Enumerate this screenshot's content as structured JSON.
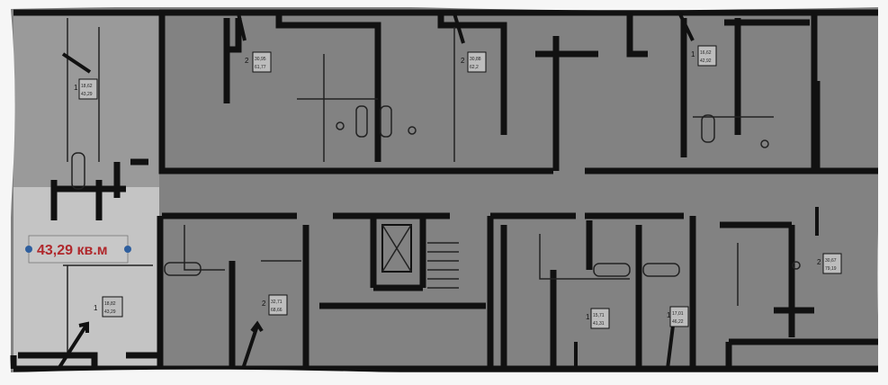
{
  "highlight": {
    "area_label": "43,29 кв.м",
    "accent_color": "#b0282c",
    "marker_color": "#2f5f9e"
  },
  "apartments": [
    {
      "rooms": "1",
      "living": "18,82",
      "total": "43,29"
    },
    {
      "rooms": "2",
      "living": "32,71",
      "total": "68,66"
    },
    {
      "rooms": "2",
      "living": "30,95",
      "total": "61,77"
    },
    {
      "rooms": "2",
      "living": "30,88",
      "total": "62,2"
    },
    {
      "rooms": "1",
      "living": "16,62",
      "total": "42,92"
    },
    {
      "rooms": "2",
      "living": "30,67",
      "total": "79,19"
    },
    {
      "rooms": "1",
      "living": "15,71",
      "total": "41,31"
    },
    {
      "rooms": "1",
      "living": "17,01",
      "total": "46,22"
    },
    {
      "rooms": "1",
      "living": "18,62",
      "total": "43,29"
    }
  ]
}
